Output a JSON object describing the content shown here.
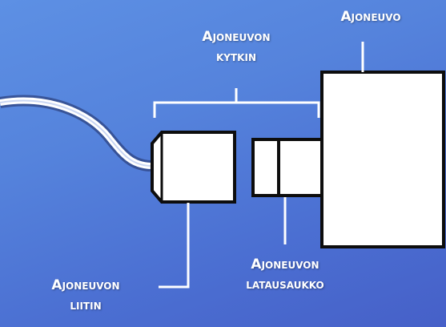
{
  "labels": {
    "vehicle": "Ajoneuvo",
    "vehicle_coupler": {
      "line1": "Ajoneuvon",
      "line2": "kytkin"
    },
    "vehicle_inlet": {
      "line1": "Ajoneuvon",
      "line2": "latausaukko"
    },
    "vehicle_connector": {
      "line1": "Ajoneuvon",
      "line2": "liitin"
    }
  },
  "colors": {
    "background_top": "#5d90e4",
    "background_bottom": "#4660c8",
    "shape_fill": "#ffffff",
    "shape_stroke": "#0d0d0d",
    "annotation_line": "#ffffff",
    "text": "#ffffff"
  }
}
